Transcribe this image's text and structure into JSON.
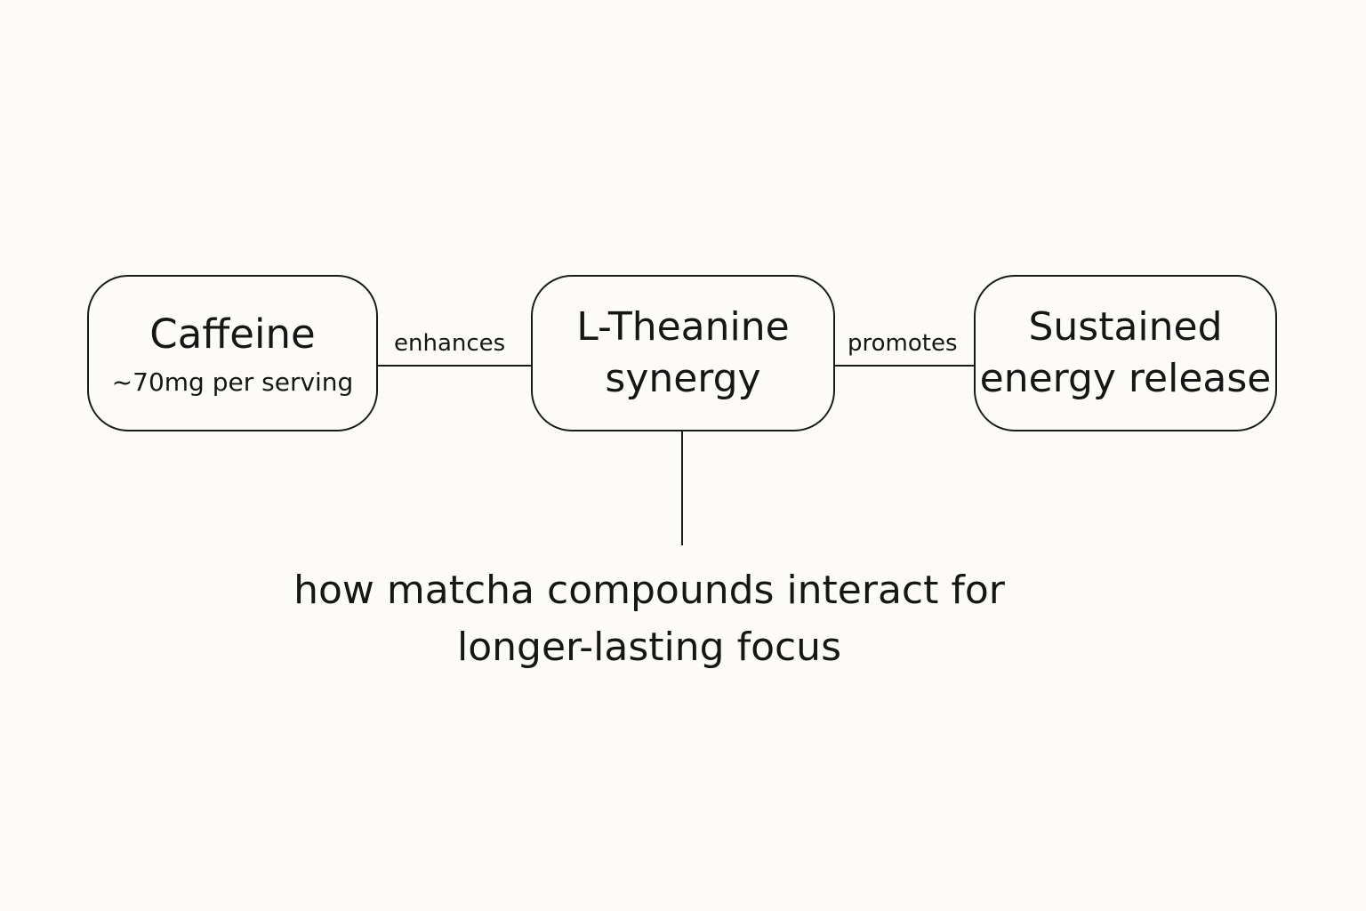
{
  "nodes": {
    "caffeine": {
      "title": "Caffeine",
      "subtitle": "~70mg per serving"
    },
    "theanine": {
      "line1": "L-Theanine",
      "line2": "synergy"
    },
    "energy": {
      "line1": "Sustained",
      "line2": "energy release"
    }
  },
  "edges": {
    "enhances": "enhances",
    "promotes": "promotes"
  },
  "caption": {
    "line1": "how matcha compounds interact for",
    "line2": "longer-lasting focus"
  }
}
